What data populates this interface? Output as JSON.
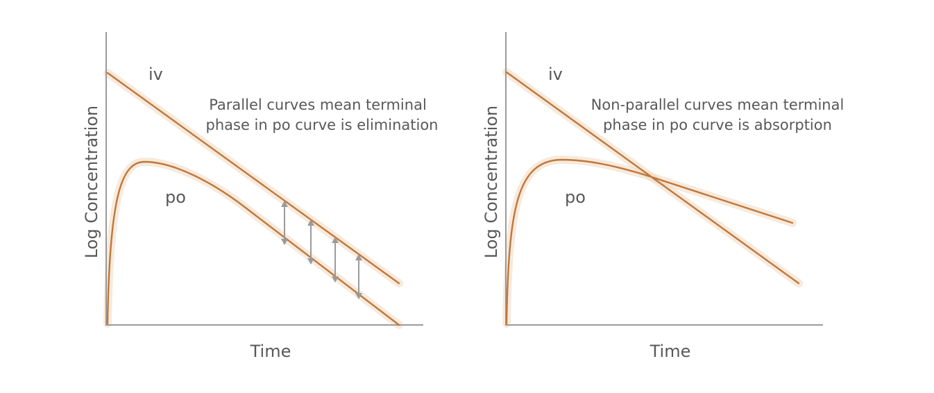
{
  "chart_data": [
    {
      "type": "line",
      "xlabel": "Time",
      "ylabel": "Log Concentration",
      "annotation": [
        "Parallel curves mean terminal",
        "phase in po curve is elimination"
      ],
      "series": [
        {
          "name": "iv",
          "shape": "straight-decline",
          "parallel_to_po_terminal": true
        },
        {
          "name": "po",
          "shape": "rise-then-decline",
          "terminal_phase": "elimination"
        }
      ],
      "grid": false
    },
    {
      "type": "line",
      "xlabel": "Time",
      "ylabel": "Log Concentration",
      "annotation": [
        "Non-parallel curves mean terminal",
        "phase in po curve is absorption"
      ],
      "series": [
        {
          "name": "iv",
          "shape": "straight-decline",
          "parallel_to_po_terminal": false
        },
        {
          "name": "po",
          "shape": "rise-then-decline",
          "terminal_phase": "absorption"
        }
      ],
      "grid": false
    }
  ],
  "colors": {
    "curve": "#c0773a",
    "axis": "#9a9a9a",
    "text": "#585858",
    "arrow": "#9a9a9a"
  }
}
